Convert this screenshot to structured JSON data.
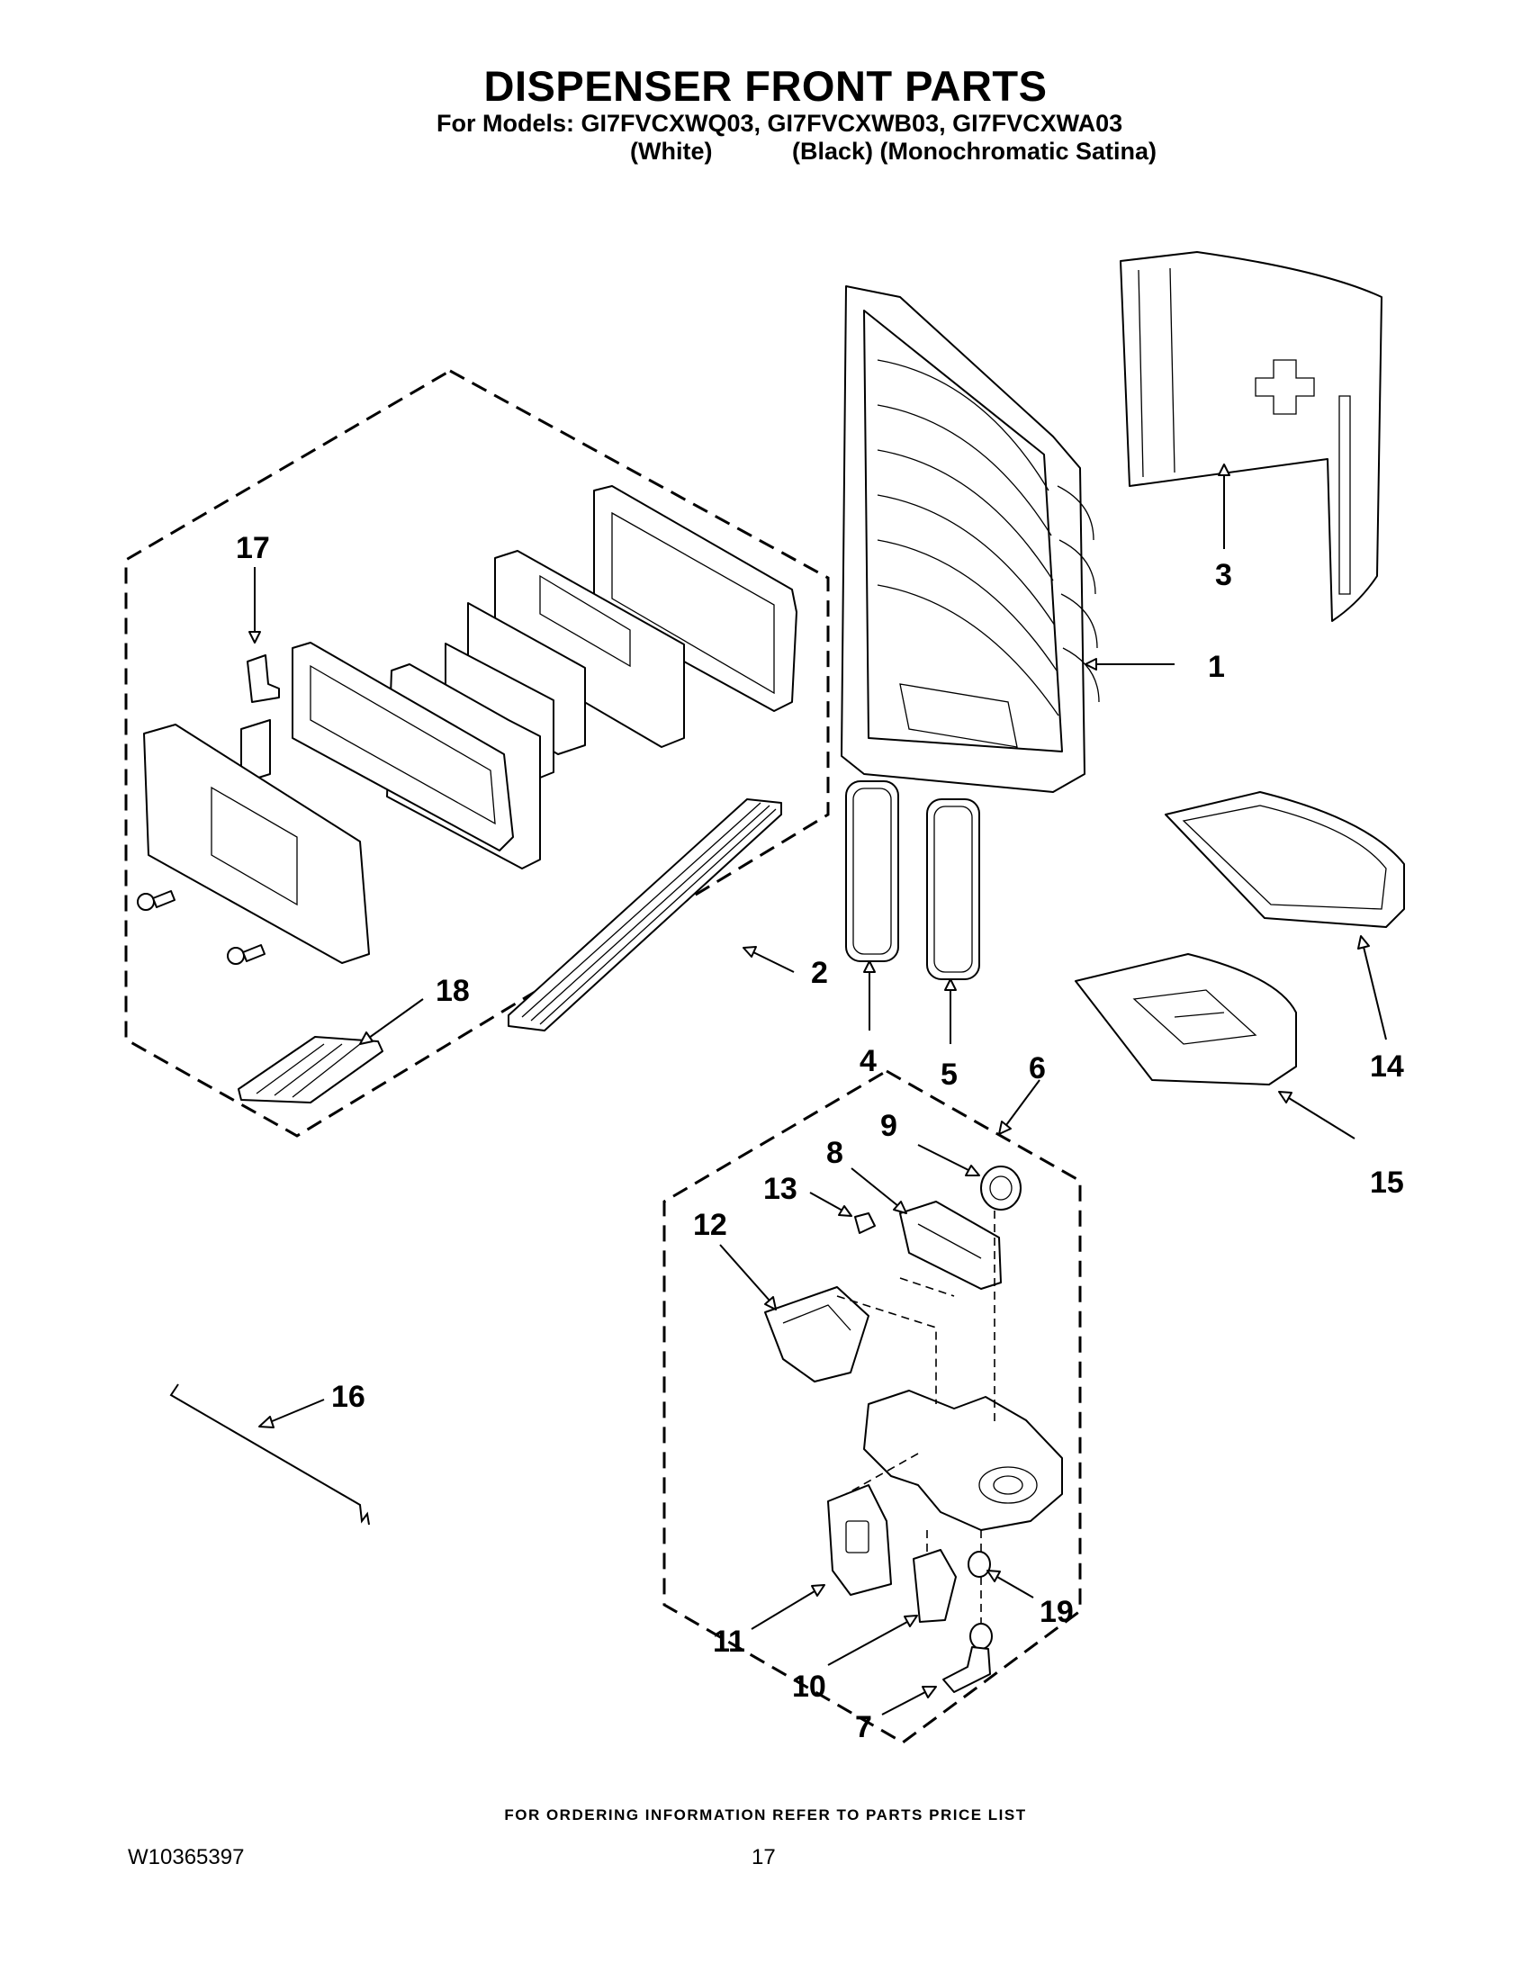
{
  "header": {
    "title": "DISPENSER FRONT PARTS",
    "models_line": "For Models: GI7FVCXWQ03, GI7FVCXWB03, GI7FVCXWA03",
    "variant_white": "(White)",
    "variant_rest": "(Black) (Monochromatic Satina)"
  },
  "callouts": [
    "1",
    "2",
    "3",
    "4",
    "5",
    "6",
    "7",
    "8",
    "9",
    "10",
    "11",
    "12",
    "13",
    "14",
    "15",
    "16",
    "17",
    "18",
    "19"
  ],
  "footer": {
    "ordering_note": "FOR ORDERING INFORMATION REFER TO PARTS PRICE LIST",
    "doc_number": "W10365397",
    "page_number": "17"
  }
}
